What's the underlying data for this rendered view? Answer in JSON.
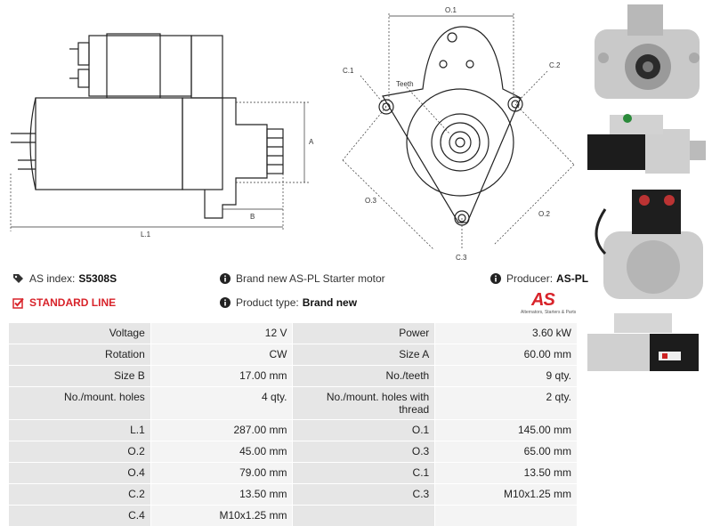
{
  "drawing_labels": {
    "side": {
      "a": "A",
      "b": "B",
      "l1": "L.1"
    },
    "front": {
      "o1": "O.1",
      "c1": "C.1",
      "c2": "C.2",
      "teeth": "Teeth",
      "o3": "O.3",
      "o2": "O.2",
      "c3": "C.3"
    }
  },
  "info": {
    "as_index_label": "AS index:",
    "as_index_value": "S5308S",
    "description": "Brand new AS-PL Starter motor",
    "producer_label": "Producer:",
    "producer_value": "AS-PL",
    "line_label": "STANDARD LINE",
    "product_type_label": "Product type:",
    "product_type_value": "Brand new"
  },
  "logo": {
    "text": "AS",
    "tagline": "Alternators, Starters & Parts"
  },
  "specs": [
    {
      "k1": "Voltage",
      "v1": "12 V",
      "k2": "Power",
      "v2": "3.60 kW"
    },
    {
      "k1": "Rotation",
      "v1": "CW",
      "k2": "Size A",
      "v2": "60.00 mm"
    },
    {
      "k1": "Size B",
      "v1": "17.00 mm",
      "k2": "No./teeth",
      "v2": "9 qty."
    },
    {
      "k1": "No./mount. holes",
      "v1": "4 qty.",
      "k2": "No./mount. holes with thread",
      "v2": "2 qty."
    },
    {
      "k1": "L.1",
      "v1": "287.00 mm",
      "k2": "O.1",
      "v2": "145.00 mm"
    },
    {
      "k1": "O.2",
      "v1": "45.00 mm",
      "k2": "O.3",
      "v2": "65.00 mm"
    },
    {
      "k1": "O.4",
      "v1": "79.00 mm",
      "k2": "C.1",
      "v2": "13.50 mm"
    },
    {
      "k1": "C.2",
      "v1": "13.50 mm",
      "k2": "C.3",
      "v2": "M10x1.25 mm"
    },
    {
      "k1": "C.4",
      "v1": "M10x1.25 mm",
      "k2": "",
      "v2": ""
    }
  ],
  "colors": {
    "accent": "#d8232a",
    "key_cell": "#e6e6e6",
    "value_cell": "#f4f4f4"
  }
}
